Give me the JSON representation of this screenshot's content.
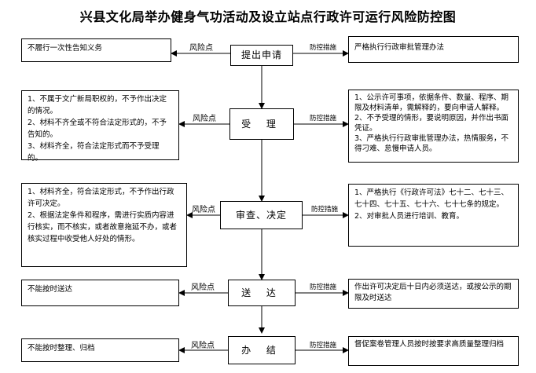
{
  "title": "兴县文化局举办健身气功活动及设立站点行政许可运行风险防控图",
  "risk_label": "风险点",
  "control_label": "防控措施",
  "steps": [
    {
      "name": "提出申请",
      "risks": [
        "不履行一次性告知义务"
      ],
      "controls": [
        "严格执行行政审批管理办法"
      ]
    },
    {
      "name": "受 理",
      "risks": [
        "1、不属于文广新局职权的，不予作出决定的情况。",
        "2、材料不齐全或不符合法定形式的，不予告知的。",
        "3、材料齐全，符合法定形式而不予受理的。"
      ],
      "controls": [
        "1、公示许可事项，依据条件、数量、程序、期限及材料清单，需解释的，要向申请人解释。",
        "2、不予受理的情形，要说明原因，并作出书面凭证。",
        "3、严格执行行政审批管理办法，热情服务，不得刁难、怠慢申请人员。"
      ]
    },
    {
      "name": "审查、决定",
      "risks": [
        "1、材料齐全，符合法定形式，不予作出行政许可决定。",
        "2、根据法定条件和程序，需进行实质内容进行核实，而不核实，或者故意拖延不办，或者核实过程中收受他人好处的情形。"
      ],
      "controls": [
        "1、严格执行《行政许可法》七十二、七十三、七十四、七十五、七十六、七十七条的规定。",
        "2、对审批人员进行培训、教育。"
      ]
    },
    {
      "name": "送 达",
      "risks": [
        "不能按时送达"
      ],
      "controls": [
        "作出许可决定后十日内必须送达，或按公示的期限及时送达"
      ]
    },
    {
      "name": "办 结",
      "risks": [
        "不能按时整理、归档"
      ],
      "controls": [
        "督促案卷管理人员按时按要求高质量整理归档"
      ]
    }
  ]
}
